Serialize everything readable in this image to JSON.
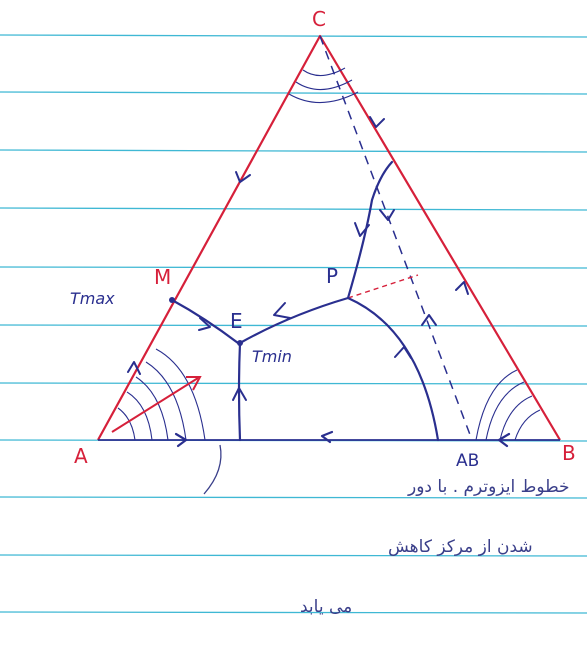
{
  "vertices": {
    "a": "A",
    "b": "B",
    "c": "C"
  },
  "binary_compound": "AB",
  "points": {
    "m": "M",
    "e": "E",
    "p": "P",
    "tmax": "Tmax",
    "tmin": "Tmin"
  },
  "note_lines": [
    "خطوط ایزوترم . با دور",
    "شدن از مرکز کاهش",
    "می یابد"
  ],
  "colors": {
    "paper": "#ffffff",
    "ruled_line": "#3fb8d4",
    "triangle": "#d6203a",
    "curves": "#2a2f8f",
    "labels_red": "#d6203a"
  }
}
